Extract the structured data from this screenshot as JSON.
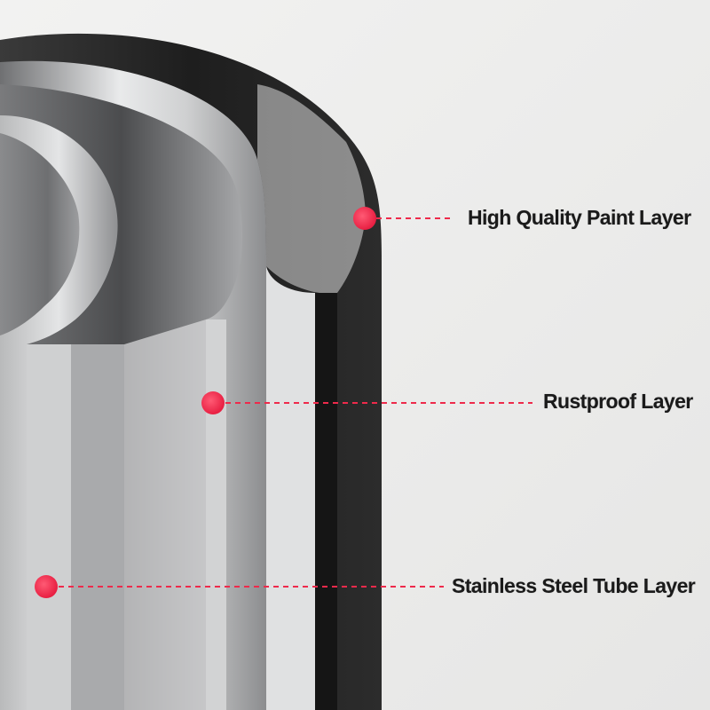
{
  "callouts": [
    {
      "label": "High Quality Paint Layer"
    },
    {
      "label": "Rustproof Layer"
    },
    {
      "label": "Stainless Steel Tube Layer"
    }
  ],
  "colors": {
    "background": "#ececeb",
    "marker": "#ee2a4b",
    "leader_line": "#ee2a4b",
    "paint_layer": "#2a2a2a",
    "rustproof_layer": "#c8c9ca",
    "steel_layer": "#9a9b9c",
    "label_text": "#1a1a1a"
  }
}
